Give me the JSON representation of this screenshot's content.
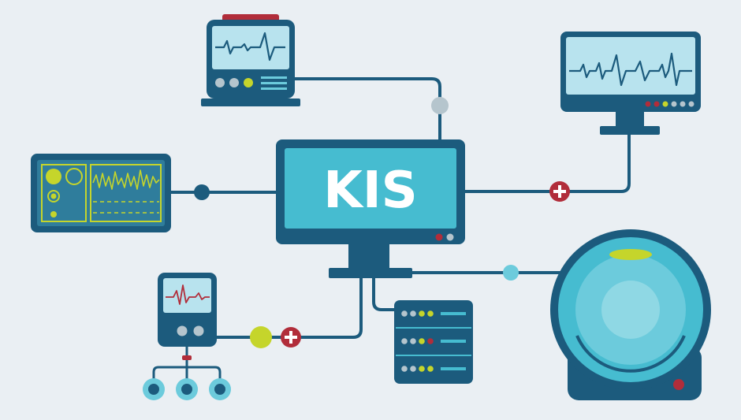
{
  "hub": {
    "label": "KIS"
  },
  "colors": {
    "background": "#eaeff3",
    "frame": "#1c5b7d",
    "screen": "#46bcd0",
    "screen_light": "#b8e3ee",
    "accent_lime": "#c5d52b",
    "accent_red": "#b12d3a",
    "node_gray": "#b5c5cd",
    "node_cyan": "#6ccbdc"
  },
  "nodes": {
    "hub_computer": "central-computer",
    "ecg_monitor": "ecg-monitor",
    "wall_monitor": "wall-monitor",
    "oscilloscope": "oscilloscope",
    "handheld_device": "handheld-device",
    "server_rack": "server-rack",
    "mri_scanner": "mri-scanner"
  }
}
